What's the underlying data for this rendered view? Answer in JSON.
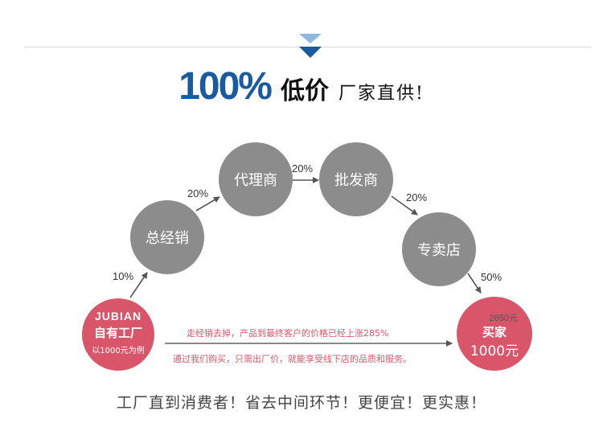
{
  "headline": {
    "percent": "100%",
    "low_price": "低价",
    "factory_direct": "厂家直供!"
  },
  "chain": [
    {
      "label": "总经销"
    },
    {
      "label": "代理商"
    },
    {
      "label": "批发商"
    },
    {
      "label": "专卖店"
    }
  ],
  "markups": [
    "10%",
    "20%",
    "20%",
    "20%",
    "50%"
  ],
  "factory": {
    "brand": "JUBIAN",
    "title": "自有工厂",
    "example": "以1000元为例"
  },
  "buyer": {
    "price": "2850元",
    "title": "买家",
    "amount": "1000元"
  },
  "notes": {
    "top": "走经销去掉，产品到最终客户的价格已经上涨285%",
    "bottom": "通过我们购买，只需出厂价，就能享受线下店的品质和服务。"
  },
  "slogan": "工厂直到消费者！省去中间环节！更便宜！更实惠！",
  "colors": {
    "accent_blue": "#1a5aa0",
    "node_gray": "#8c8c8c",
    "highlight_red": "#d9566a"
  }
}
